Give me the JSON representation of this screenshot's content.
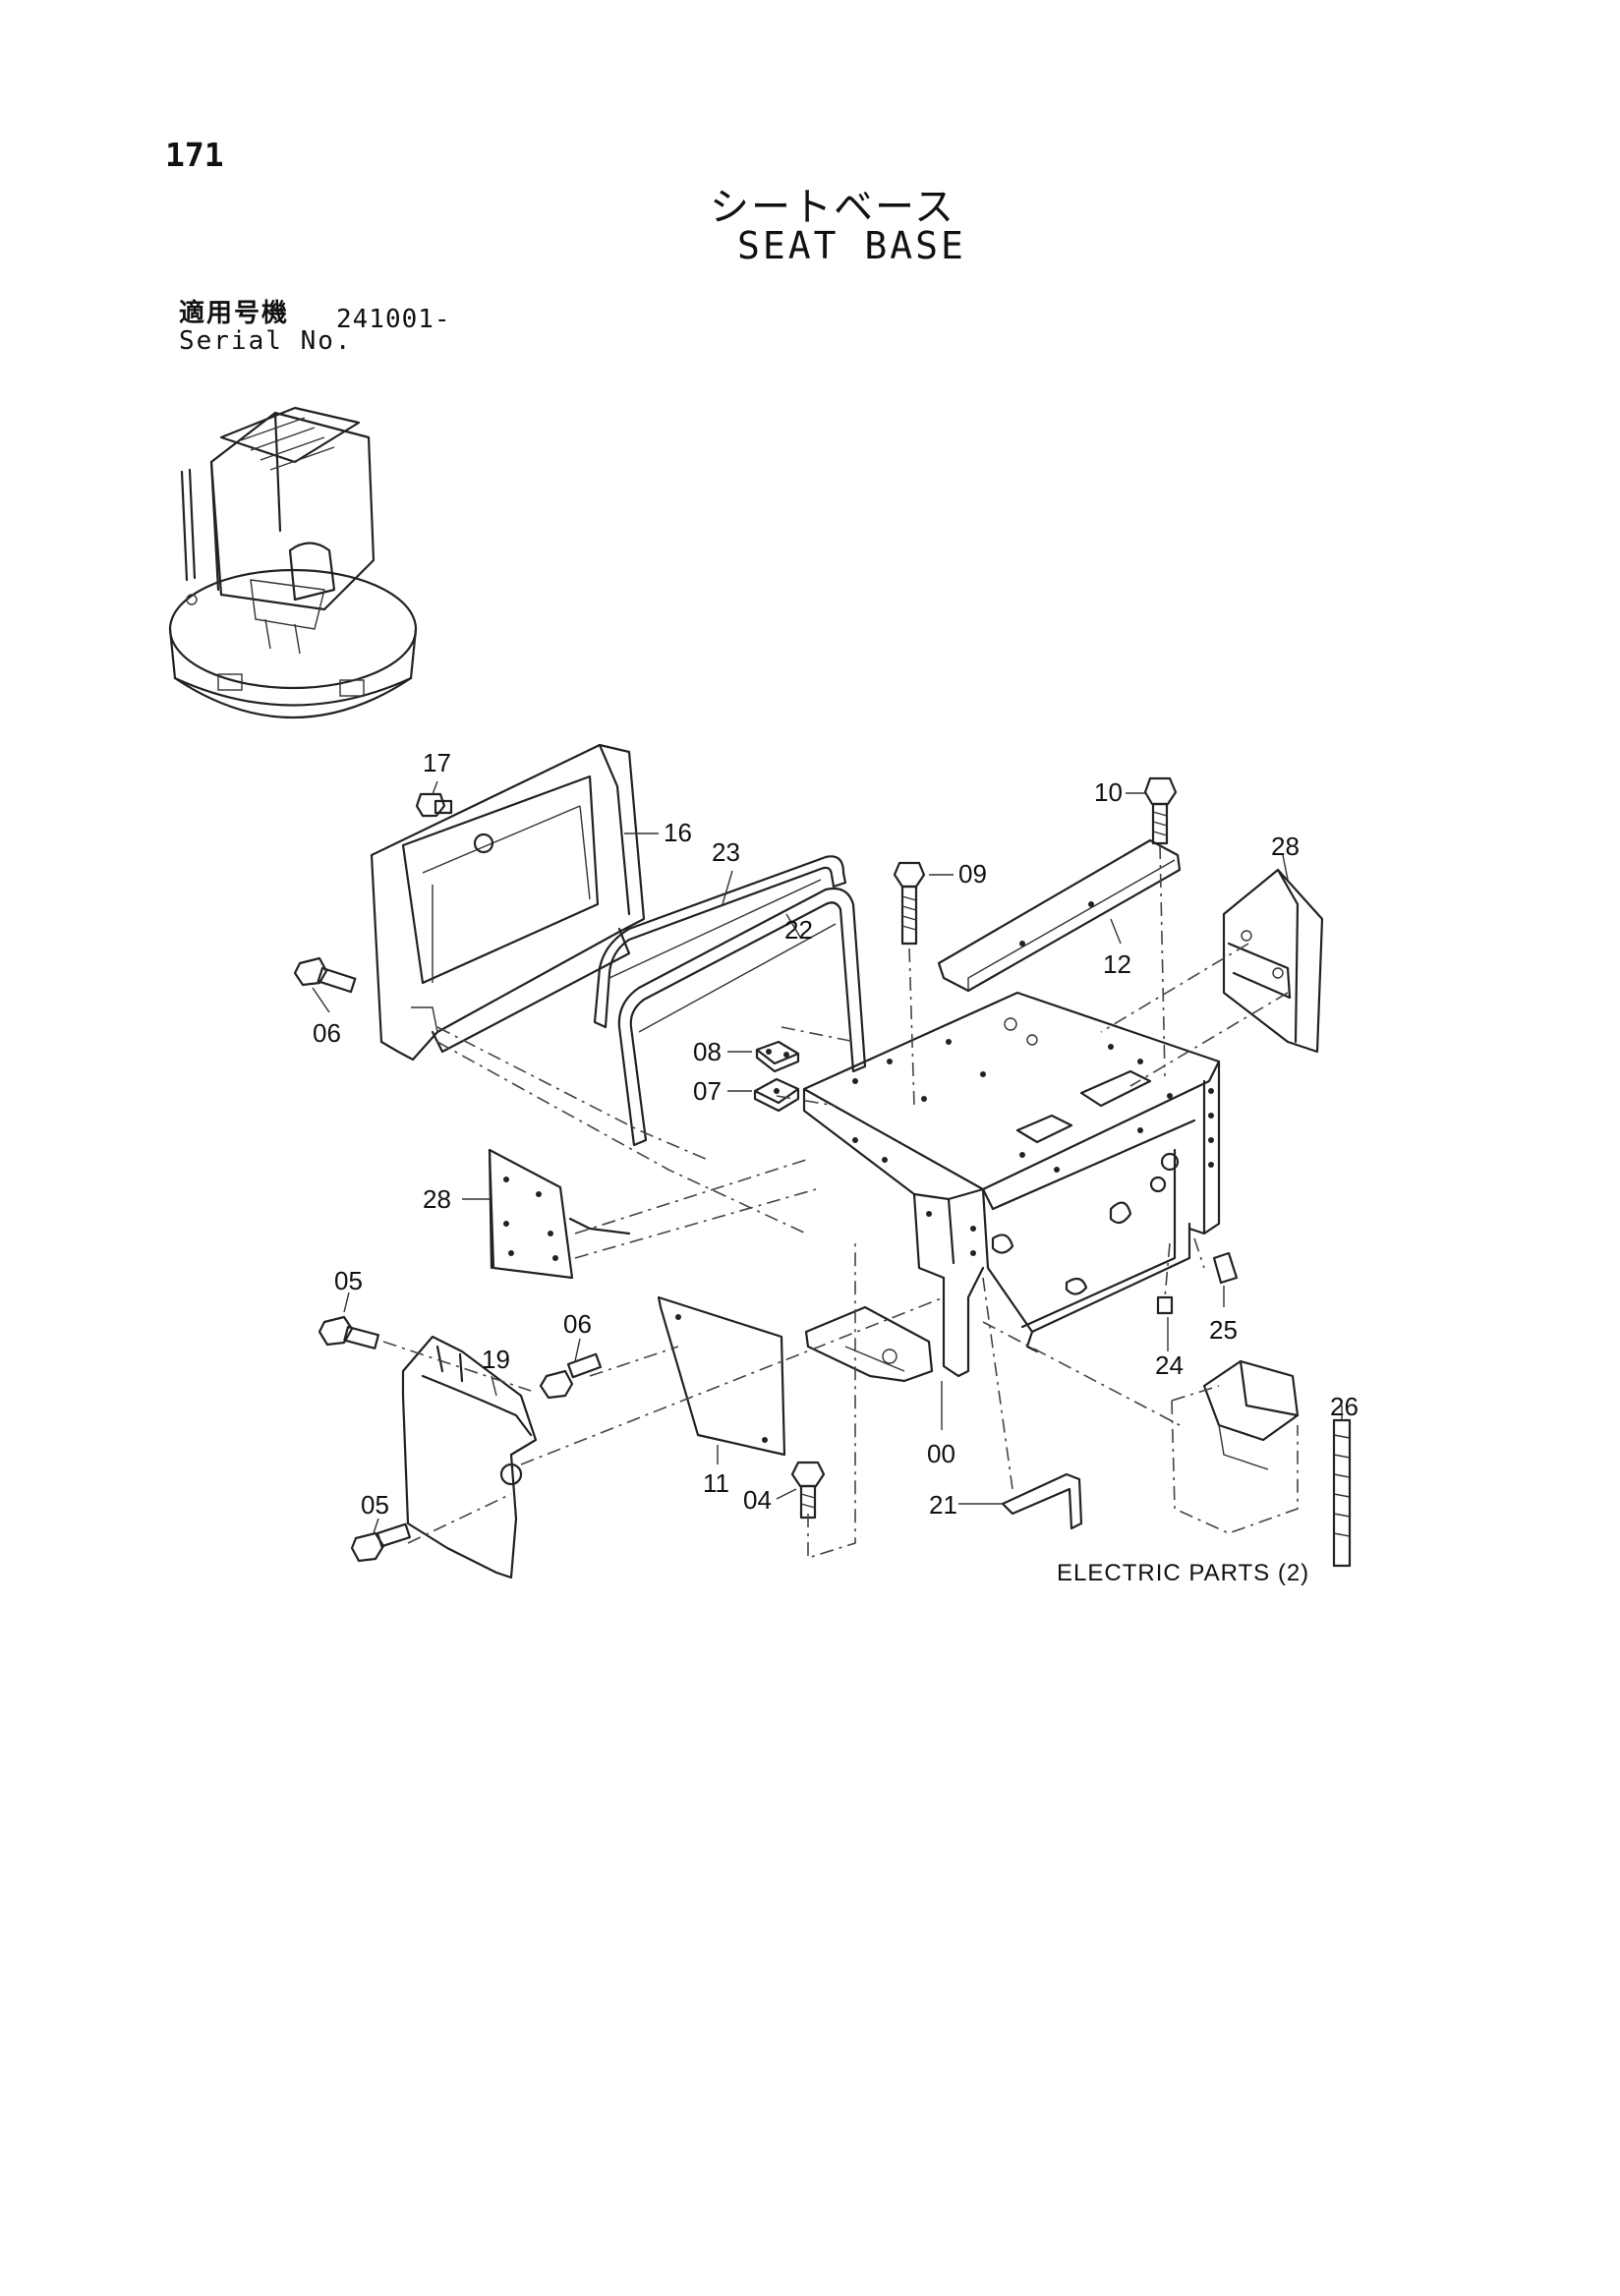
{
  "page_number": "171",
  "title_jp": "シートベース",
  "title_en": "SEAT BASE",
  "serial": {
    "label_jp": "適用号機",
    "label_en": "Serial No.",
    "value": "241001-"
  },
  "callouts": {
    "c17": "17",
    "c16": "16",
    "c23": "23",
    "c22": "22",
    "c09": "09",
    "c10": "10",
    "c12": "12",
    "c28a": "28",
    "c06a": "06",
    "c08": "08",
    "c07": "07",
    "c28b": "28",
    "c05a": "05",
    "c19": "19",
    "c06b": "06",
    "c05b": "05",
    "c11": "11",
    "c04": "04",
    "c00": "00",
    "c21": "21",
    "c24": "24",
    "c25": "25",
    "c26": "26"
  },
  "note": "ELECTRIC PARTS (2)"
}
